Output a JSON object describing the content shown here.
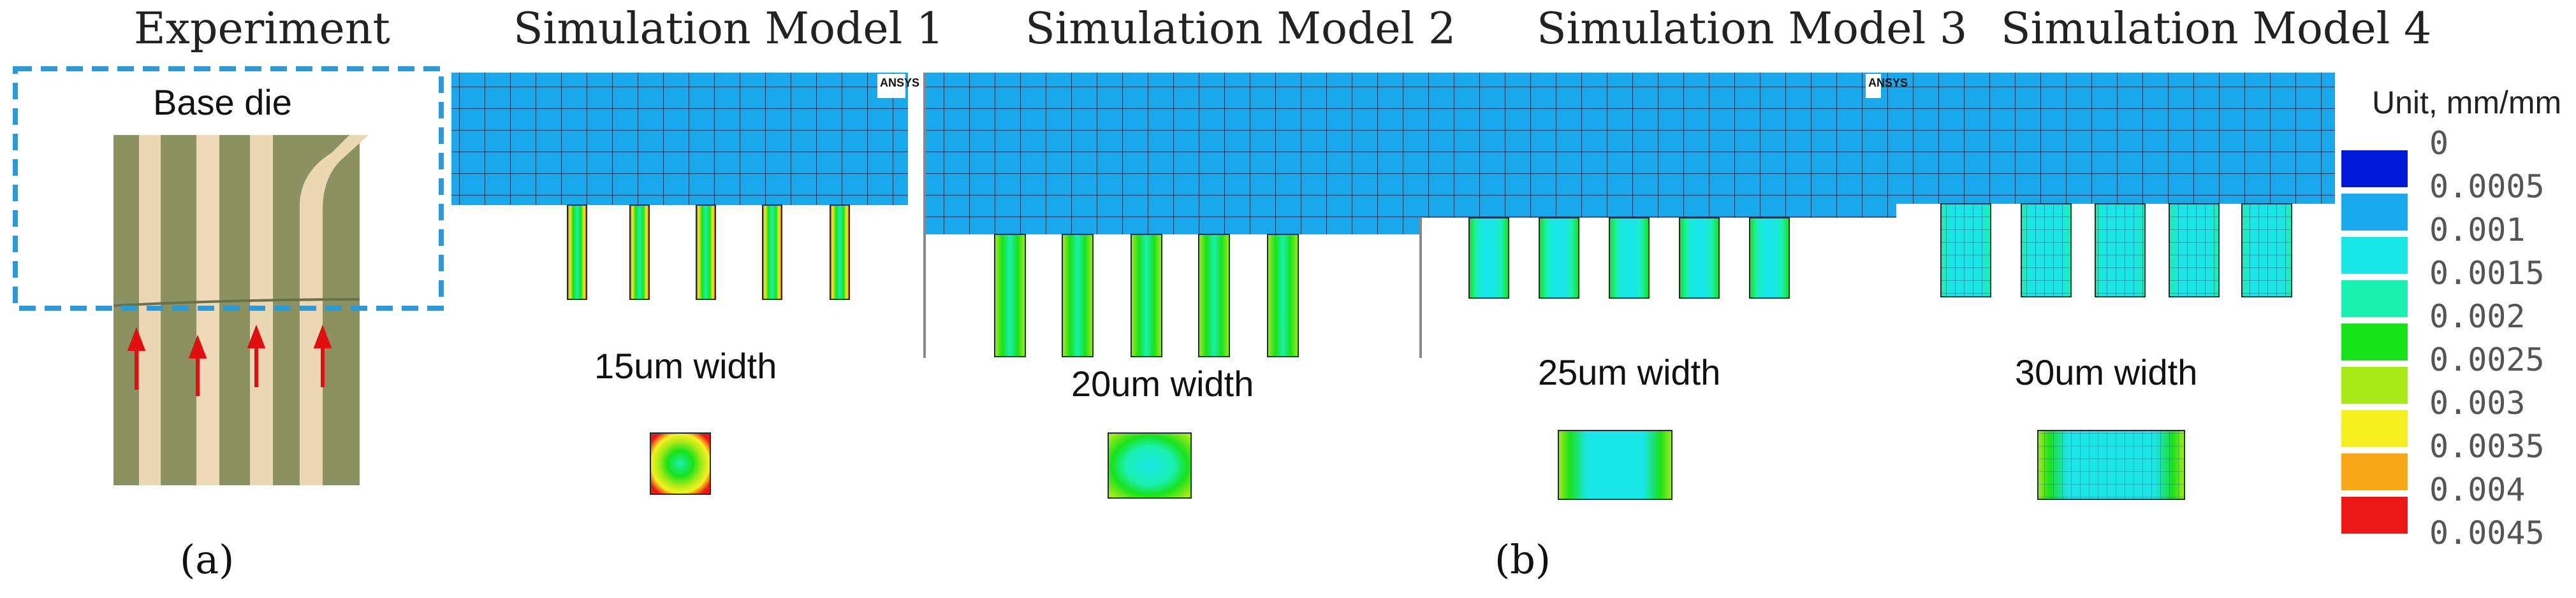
{
  "panels": {
    "experiment": "Experiment",
    "model1": "Simulation Model 1",
    "model2": "Simulation Model 2",
    "model3": "Simulation Model 3",
    "model4": "Simulation Model 4"
  },
  "experiment": {
    "base_die_label": "Base die"
  },
  "widths": {
    "model1": "15um width",
    "model2": "20um width",
    "model3": "25um width",
    "model4": "30um width"
  },
  "ansys_logo": "ANSYS",
  "captions": {
    "a": "(a)",
    "b": "(b)"
  },
  "legend": {
    "unit": "Unit, mm/mm",
    "levels": [
      "0",
      "0.0005",
      "0.001",
      "0.0015",
      "0.002",
      "0.0025",
      "0.003",
      "0.0035",
      "0.004",
      "0.0045"
    ],
    "colors": [
      "#0018d8",
      "#1aa8ec",
      "#19e6e6",
      "#1af0b0",
      "#18e21a",
      "#a8ea18",
      "#f6f020",
      "#f6a818",
      "#ec1818"
    ]
  }
}
